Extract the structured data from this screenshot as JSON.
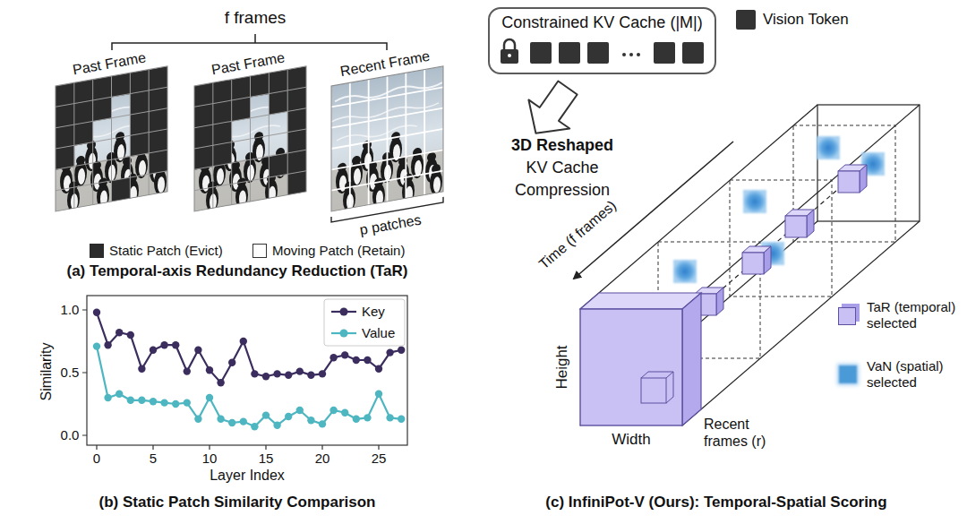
{
  "diagram": {
    "nodes": [
      {
        "text": [
          "Constrained KV Cache (|M|)"
        ]
      }
    ],
    "labels": [
      "f frames",
      "Past Frame",
      "Past Frame",
      "Recent Frame",
      "p patches",
      "(a) Temporal-axis Redundancy Reduction (TaR)",
      "1.0",
      "0.5",
      "0.0",
      "0",
      "5",
      "10",
      "15",
      "20",
      "25",
      "Similarity",
      "Layer Index",
      "(b) Static Patch Similarity Comparison",
      "3D Reshaped",
      "KV Cache Compression",
      "Time (f frames)",
      "Height",
      "Width",
      "Recent frames (r)",
      "(c) InfiniPot-V (Ours): Temporal-Spatial Scoring"
    ],
    "legend": [
      {
        "text": "Static Patch (Evict)",
        "color": "#2b2b2b"
      },
      {
        "text": "Moving Patch (Retain)",
        "color": "#ffffff"
      },
      {
        "text": "Key"
      },
      {
        "text": "Value"
      },
      {
        "text": "Vision Token",
        "color": "#333333"
      },
      {
        "text": "TaR (temporal) selected",
        "color": "#c9c1f3"
      },
      {
        "text": "VaN (spatial) selected",
        "color": "#4a9ad8"
      }
    ]
  }
}
